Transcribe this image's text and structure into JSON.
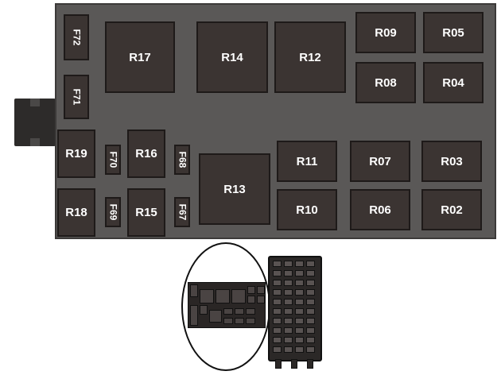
{
  "relays": {
    "r17": "R17",
    "r14": "R14",
    "r12": "R12",
    "r09": "R09",
    "r05": "R05",
    "r08": "R08",
    "r04": "R04",
    "r19": "R19",
    "r16": "R16",
    "r13": "R13",
    "r11": "R11",
    "r07": "R07",
    "r03": "R03",
    "r18": "R18",
    "r15": "R15",
    "r10": "R10",
    "r06": "R06",
    "r02": "R02"
  },
  "fuses": {
    "f72": "F72",
    "f71": "F71",
    "f70": "F70",
    "f68": "F68",
    "f69": "F69",
    "f67": "F67"
  },
  "colors": {
    "board": "#5a5857",
    "component": "#3b3432",
    "outline": "#1e1a19",
    "label": "#ffffff"
  }
}
